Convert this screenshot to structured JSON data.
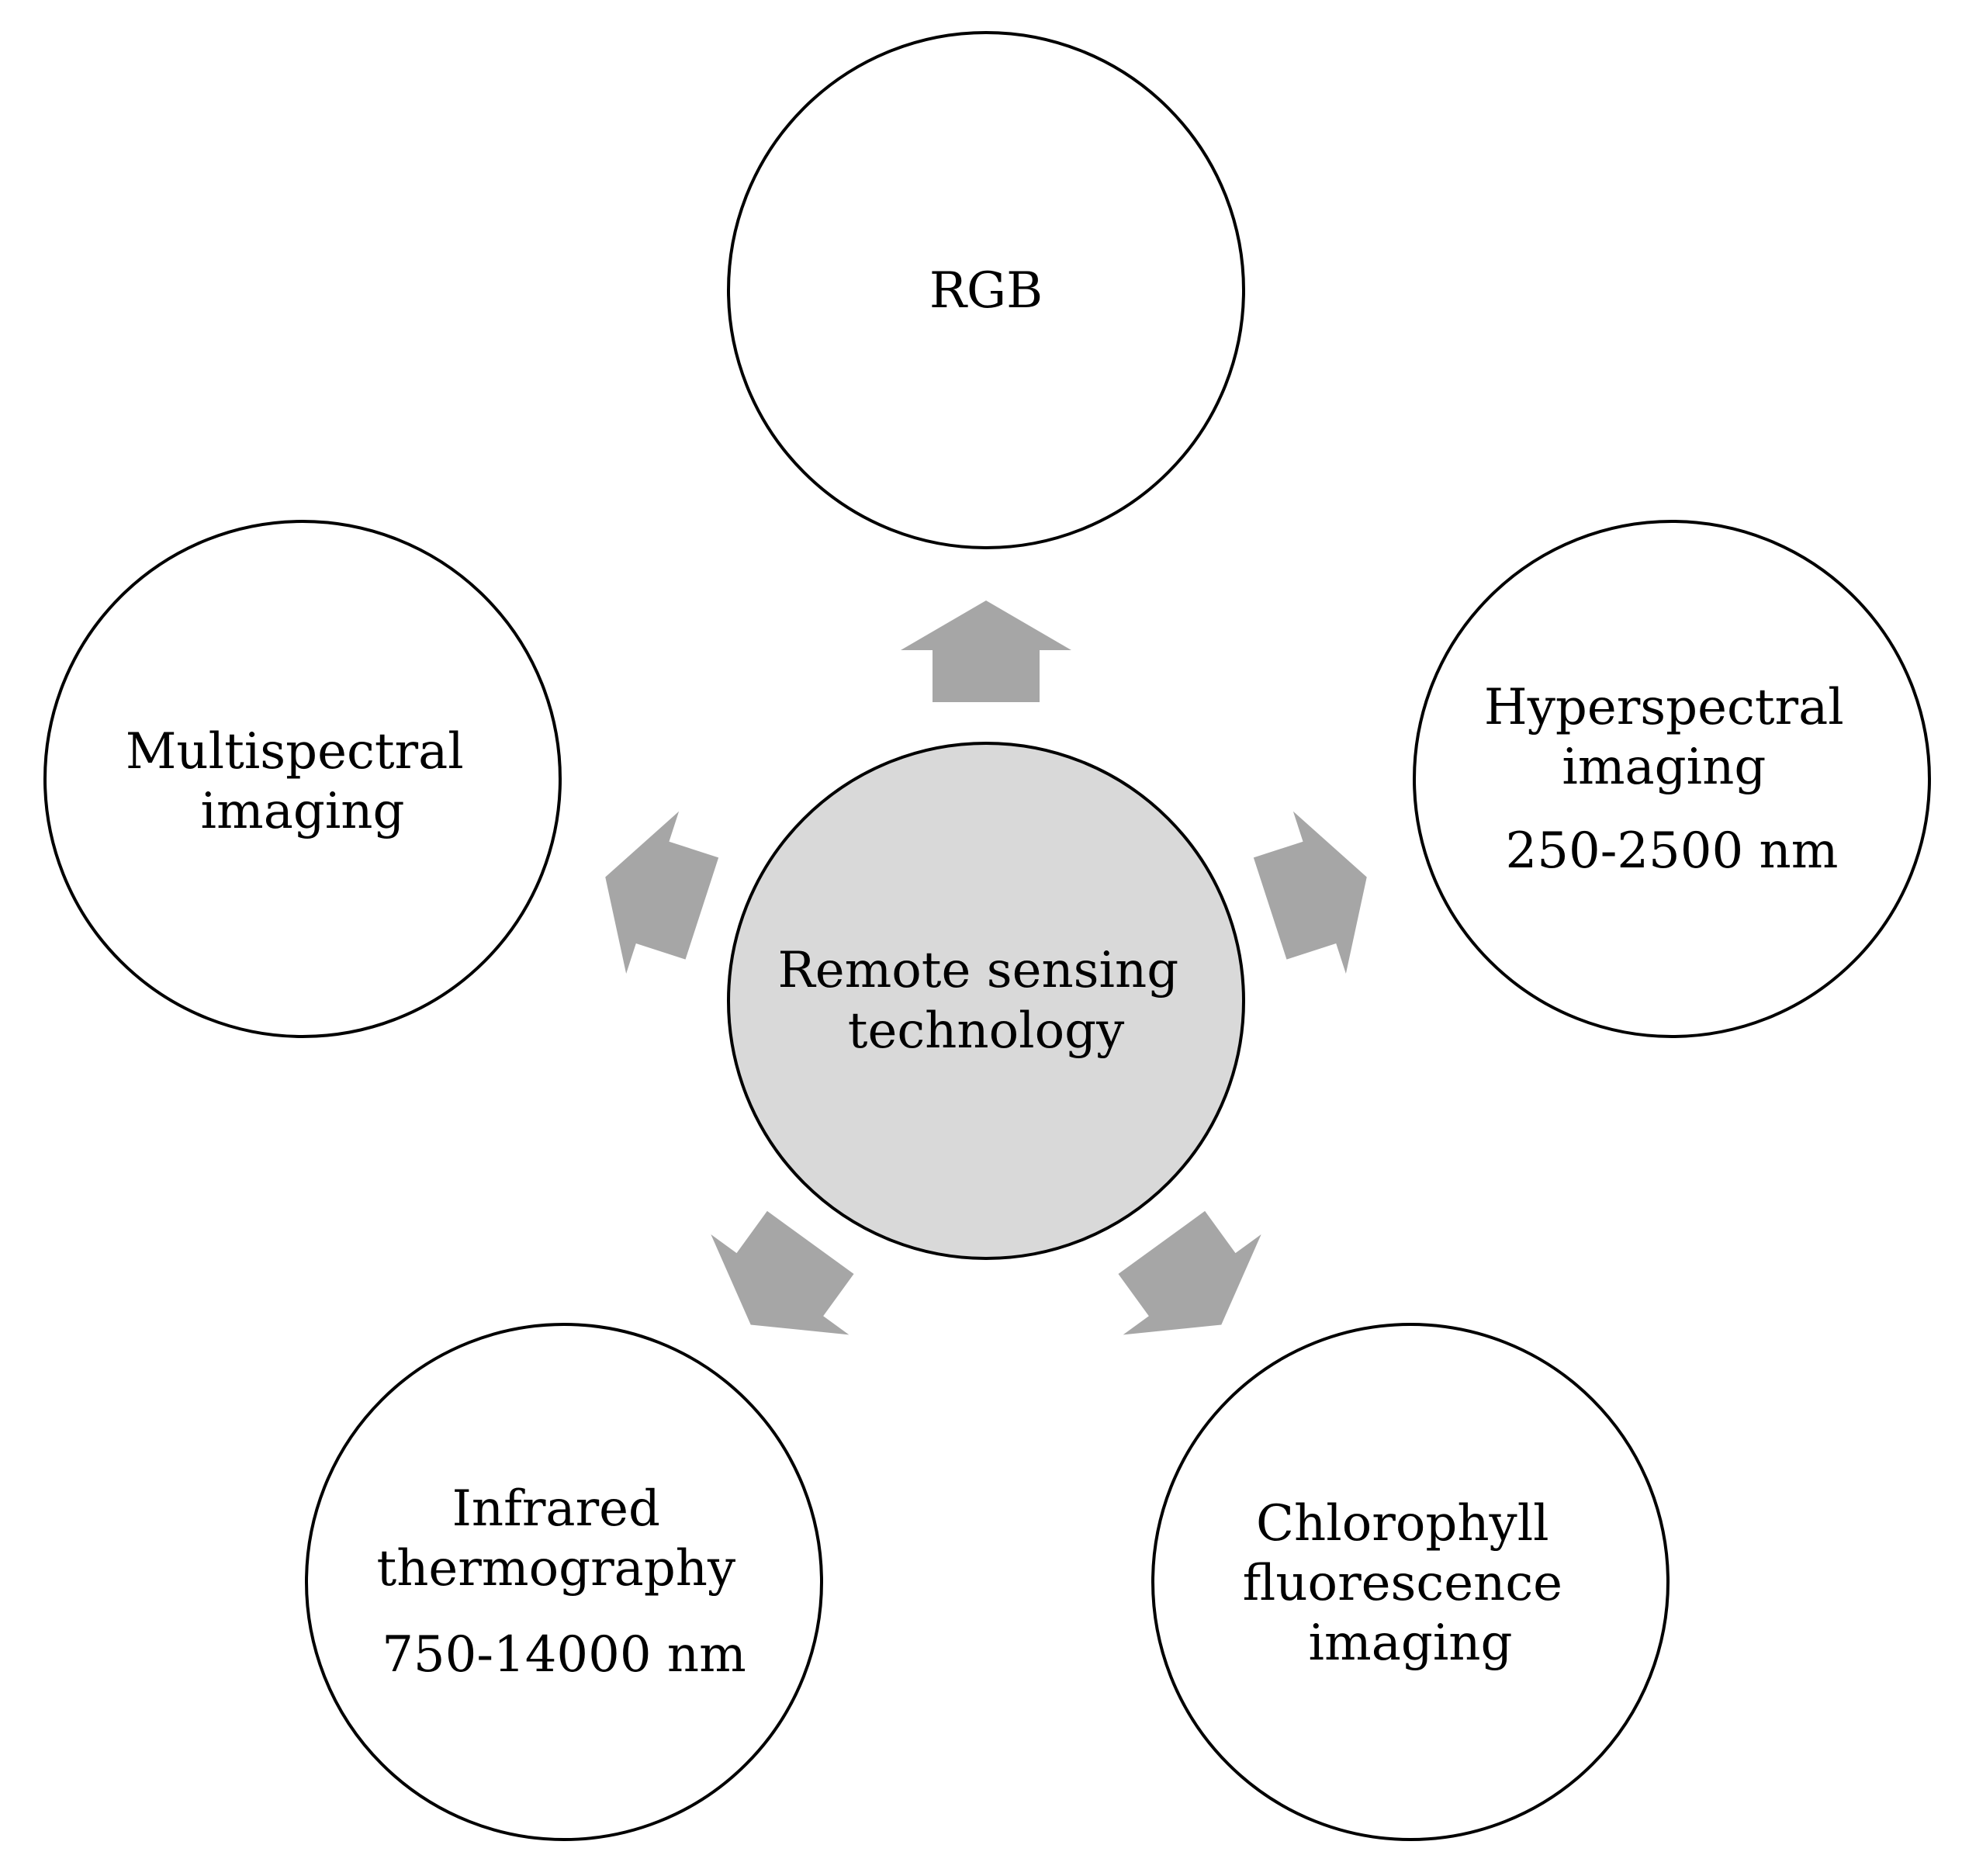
{
  "colors": {
    "center_fill": "#d9d9d9",
    "node_fill": "#ffffff",
    "outline": "#000000",
    "arrow": "#a6a6a6",
    "text": "#000000"
  },
  "center": {
    "lines": [
      "Remote sensing",
      "technology"
    ]
  },
  "nodes": [
    {
      "id": "rgb",
      "lines": [
        "RGB"
      ],
      "sub": ""
    },
    {
      "id": "hyperspectral",
      "lines": [
        "Hyperspectral",
        "imaging"
      ],
      "sub": "250-2500 nm"
    },
    {
      "id": "chlorophyll",
      "lines": [
        "Chlorophyll",
        "fluorescence",
        "imaging"
      ],
      "sub": ""
    },
    {
      "id": "infrared",
      "lines": [
        "Infrared",
        "thermography"
      ],
      "sub": "750-14000 nm"
    },
    {
      "id": "multispectral",
      "lines": [
        "Multispectral",
        "imaging"
      ],
      "sub": ""
    }
  ],
  "arrows": [
    {
      "target": "rgb",
      "icon": "arrow-up-icon"
    },
    {
      "target": "hyperspectral",
      "icon": "arrow-right-icon"
    },
    {
      "target": "chlorophyll",
      "icon": "arrow-down-right-icon"
    },
    {
      "target": "infrared",
      "icon": "arrow-down-left-icon"
    },
    {
      "target": "multispectral",
      "icon": "arrow-left-icon"
    }
  ]
}
